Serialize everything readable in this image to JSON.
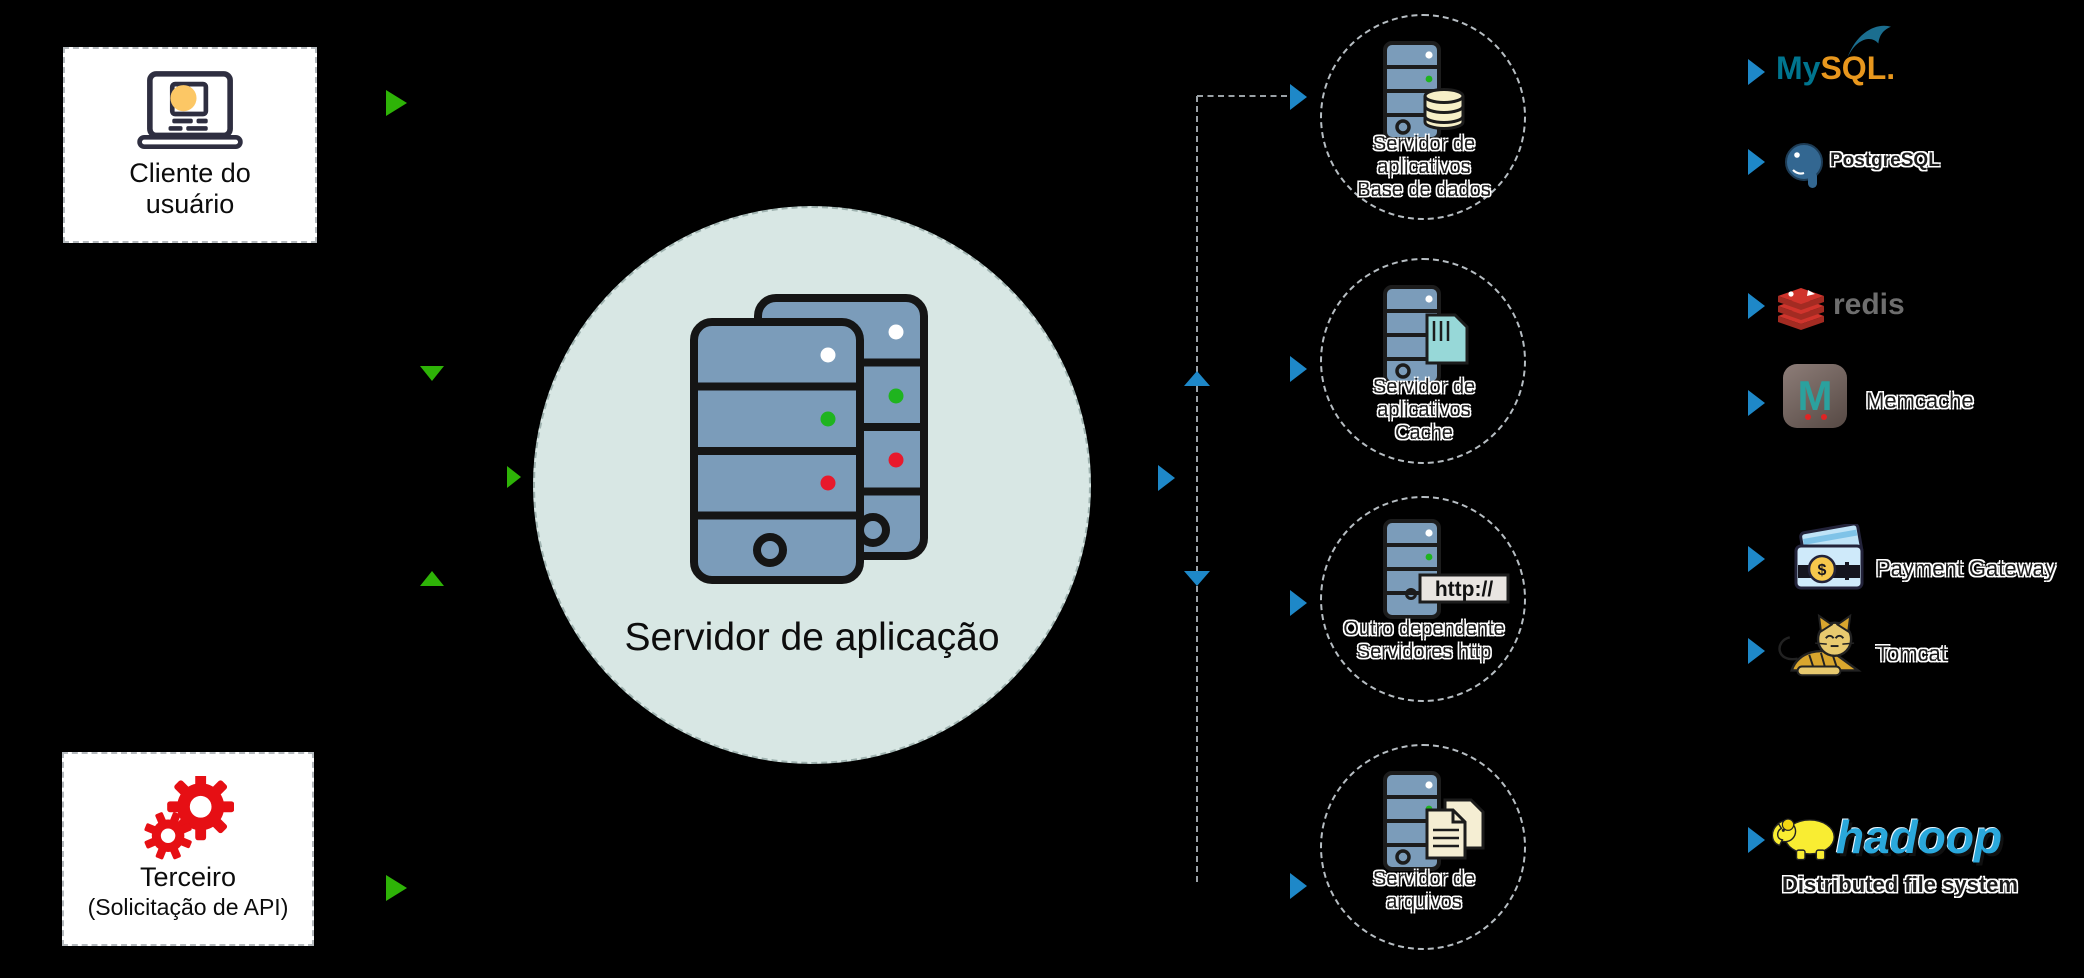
{
  "client_node": {
    "icon": "laptop-icon",
    "lines": [
      "Cliente do",
      "usuário"
    ]
  },
  "third_party_node": {
    "icon": "gears-icon",
    "lines": [
      "Terceiro",
      "(Solicitação de API)"
    ]
  },
  "app_server_node": {
    "icon": "server-towers-icon",
    "label": "Servidor de aplicação"
  },
  "dependency_nodes": [
    {
      "icon": "server-database-icon",
      "lines": [
        "Servidor de",
        "aplicativos",
        "Base de dados"
      ]
    },
    {
      "icon": "server-cache-icon",
      "lines": [
        "Servidor de",
        "aplicativos",
        "Cache"
      ]
    },
    {
      "icon": "server-http-icon",
      "http_label": "http://",
      "lines": [
        "Outro dependente",
        "Servidores http"
      ]
    },
    {
      "icon": "server-files-icon",
      "lines": [
        "Servidor de",
        "arquivos"
      ]
    }
  ],
  "technologies": {
    "mysql": {
      "name_my": "My",
      "name_sql": "SQL."
    },
    "postgresql": {
      "name": "PostgreSQL"
    },
    "redis": {
      "name": "redis"
    },
    "memcache": {
      "name": "Memcache",
      "monogram": "M"
    },
    "payment_gateway": {
      "name": "Payment Gateway",
      "symbol": "$"
    },
    "tomcat": {
      "name": "Tomcat"
    },
    "hadoop": {
      "name": "hadoop",
      "subtitle": "Distributed file system"
    }
  },
  "colors": {
    "background": "#000000",
    "green_arrow": "#2eb307",
    "blue_arrow": "#1e88c8",
    "app_circle_fill": "#d8e7e4",
    "server_fill": "#7b9cba",
    "led_green": "#1fb41f",
    "led_red": "#e8192c",
    "database_yellow": "#f6efc7",
    "cache_teal": "#97d8d8",
    "files_cream": "#f5eed3",
    "gear_red": "#e60f14",
    "mysql_blue": "#00758f",
    "mysql_orange": "#e8971d",
    "postgres_blue": "#336791",
    "redis_red": "#d0342c",
    "memcache_teal": "#2ba19e",
    "hadoop_blue": "#2aa8dc",
    "hadoop_yellow": "#f9ed32"
  }
}
